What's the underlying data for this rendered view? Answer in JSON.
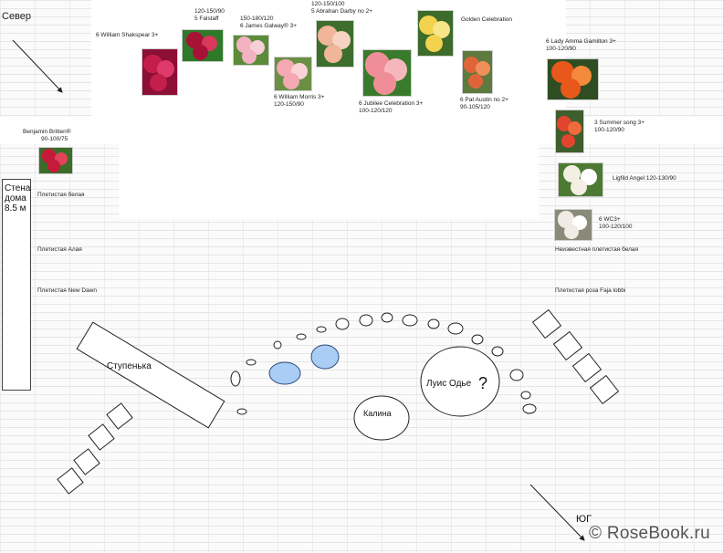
{
  "directions": {
    "north": "Север",
    "south": "ЮГ"
  },
  "wall": {
    "line1": "Стена",
    "line2": "дома",
    "line3": "8.5 м"
  },
  "roses": [
    {
      "id": "shakespear",
      "lines": [
        "6 William Shakspear 3+"
      ],
      "colors": [
        "#c41f4c",
        "#e03a6b",
        "#8c0f35"
      ]
    },
    {
      "id": "falstaff",
      "lines": [
        "120-150/90",
        "5 Falstaff"
      ],
      "colors": [
        "#a81237",
        "#d9385c",
        "#2f7a2a"
      ]
    },
    {
      "id": "james-galway",
      "lines": [
        "150-180/120",
        "6 James Galway® 3+"
      ],
      "colors": [
        "#f2b2c2",
        "#f7cfd9",
        "#5a8c3a"
      ]
    },
    {
      "id": "william-morris",
      "lines": [
        "6 William Morris 3+",
        "120-150/90"
      ],
      "colors": [
        "#f4a8b4",
        "#fbd2d6",
        "#6b8f45"
      ]
    },
    {
      "id": "abrahan-darby",
      "lines": [
        "120-150/100",
        "5 Abrahan Darby no 2+"
      ],
      "colors": [
        "#f1b59a",
        "#f7d3c3",
        "#3d6e2e"
      ]
    },
    {
      "id": "jubilee",
      "lines": [
        "6 Jubilee Celebration 3+",
        "100-120/120"
      ],
      "colors": [
        "#ef8e97",
        "#f6b7bc",
        "#3a7a2c"
      ]
    },
    {
      "id": "golden",
      "lines": [
        "Golden Celebration"
      ],
      "colors": [
        "#f2d24e",
        "#f8e58a",
        "#3c6b2a"
      ]
    },
    {
      "id": "pat-austin",
      "lines": [
        "6 Pat Austin no 2+",
        "90-105/120"
      ],
      "colors": [
        "#e0643a",
        "#f18f5a",
        "#5e7a3e"
      ]
    },
    {
      "id": "lady-emma",
      "lines": [
        "6 Lady Amma Gamilton 3+",
        "100-120/90"
      ],
      "colors": [
        "#e8581b",
        "#f58a3d",
        "#2f4d22"
      ]
    },
    {
      "id": "summer-song",
      "lines": [
        "3 Summer song 3+",
        "100-120/90"
      ],
      "colors": [
        "#e2452d",
        "#f06a3e",
        "#3f5e2e"
      ]
    },
    {
      "id": "lichfield",
      "lines": [
        "Ligfild Angel 120-130/90"
      ],
      "colors": [
        "#f3efe2",
        "#ffffff",
        "#4c7a33"
      ]
    },
    {
      "id": "wc3",
      "lines": [
        "6 WC3+",
        "100-120/100"
      ],
      "colors": [
        "#f1ebe6",
        "#ffffff",
        "#8a8a7a"
      ]
    },
    {
      "id": "britten",
      "lines": [
        "Benjamin Britten®",
        "90-100/75"
      ],
      "colors": [
        "#c61a3a",
        "#e0435a",
        "#3d6c2a"
      ]
    }
  ],
  "climbers": {
    "white": "Плетистая белая",
    "scarlet": "Плетистая Алая",
    "new_dawn": "Плетистая New Dawn",
    "unknown_white": "Неизвестная плетистая белая",
    "faja_lobbi": "Плетистая роза  Faja lobbi"
  },
  "features": {
    "step": "Ступенька",
    "kalina": "Калина",
    "luis": "Луис Одье",
    "question": "?"
  },
  "colors": {
    "stone_fill": "#a9cdf4",
    "stone_stroke": "#2b4a7a",
    "line": "#222222"
  },
  "watermark": "© RoseBook.ru"
}
